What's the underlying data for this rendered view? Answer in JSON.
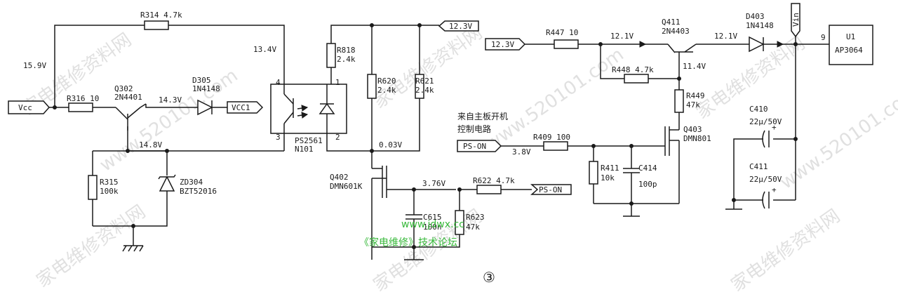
{
  "watermarks": [
    "家电维修资料网",
    "www.520101.com"
  ],
  "figure_number": "③",
  "site": {
    "url": "www.jdwx.cc",
    "forum": "《家电维修》技术论坛"
  },
  "ports": {
    "vcc": "Vcc",
    "vcc1": "VCC1",
    "v12_top": "12.3V",
    "v12_left": "12.3V",
    "pson_left": "PS-ON",
    "pson_mid": "PS-ON",
    "vin": "Vin"
  },
  "source_note": [
    "来自主板开机",
    "控制电路"
  ],
  "components": {
    "R314": {
      "ref": "R314",
      "value": "4.7k"
    },
    "R316": {
      "ref": "R316",
      "value": "10"
    },
    "Q302": {
      "ref": "Q302",
      "value": "2N4401"
    },
    "D305": {
      "ref": "D305",
      "value": "1N4148"
    },
    "R315": {
      "ref": "R315",
      "value": "100k"
    },
    "ZD304": {
      "ref": "ZD304",
      "value": "BZT52016"
    },
    "PS2561": {
      "ref": "PS2561",
      "value": "N101"
    },
    "R818": {
      "ref": "R818",
      "value": "2.4k"
    },
    "R620": {
      "ref": "R620",
      "value": "2.4k"
    },
    "R621": {
      "ref": "R621",
      "value": "2.4k"
    },
    "Q402": {
      "ref": "Q402",
      "value": "DMN601K"
    },
    "C615": {
      "ref": "C615",
      "value": "100n"
    },
    "R623": {
      "ref": "R623",
      "value": "47k"
    },
    "R622": {
      "ref": "R622",
      "value": "4.7k"
    },
    "R447": {
      "ref": "R447",
      "value": "10"
    },
    "R448": {
      "ref": "R448",
      "value": "4.7k"
    },
    "Q411": {
      "ref": "Q411",
      "value": "2N4403"
    },
    "D403": {
      "ref": "D403",
      "value": "1N4148"
    },
    "R449": {
      "ref": "R449",
      "value": "47k"
    },
    "Q403": {
      "ref": "Q403",
      "value": "DMN801"
    },
    "R409": {
      "ref": "R409",
      "value": "100"
    },
    "R411": {
      "ref": "R411",
      "value": "10k"
    },
    "C414": {
      "ref": "C414",
      "value": "100p"
    },
    "C410": {
      "ref": "C410",
      "value": "22μ/50V"
    },
    "C411": {
      "ref": "C411",
      "value": "22μ/50V"
    },
    "U1": {
      "ref": "U1",
      "value": "AP3064"
    }
  },
  "voltages": {
    "v15_9": "15.9V",
    "v14_3": "14.3V",
    "v14_8": "14.8V",
    "v13_4": "13.4V",
    "v0_03": "0.03V",
    "v3_76": "3.76V",
    "v12_1a": "12.1V",
    "v12_1b": "12.1V",
    "v11_4": "11.4V",
    "v3_8": "3.8V"
  },
  "pins": {
    "p4": "4",
    "p3": "3",
    "p1": "1",
    "p2": "2",
    "p9": "9"
  }
}
